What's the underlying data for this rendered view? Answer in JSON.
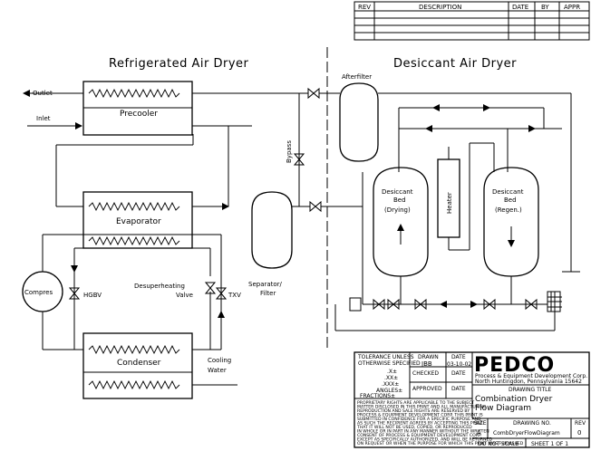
{
  "revision_block": {
    "headers": [
      "REV",
      "DESCRIPTION",
      "DATE",
      "BY",
      "APPR"
    ]
  },
  "sections": {
    "left_title": "Refrigerated Air Dryer",
    "right_title": "Desiccant Air Dryer"
  },
  "labels": {
    "outlet": "Outlet",
    "inlet": "Inlet",
    "precooler": "Precooler",
    "evaporator": "Evaporator",
    "condenser": "Condenser",
    "compressor": "Compres",
    "hgbv": "HGBV",
    "desuperheating_1": "Desuperheating",
    "desuperheating_2": "Valve",
    "txv": "TXV",
    "cooling_1": "Cooling",
    "cooling_2": "Water",
    "bypass": "Bypass",
    "separator_1": "Separator/",
    "separator_2": "Filter",
    "afterfilter": "Afterfilter",
    "heater": "Heater",
    "bed_left_1": "Desiccant",
    "bed_left_2": "Bed",
    "bed_left_3": "(Drying)",
    "bed_right_1": "Desiccant",
    "bed_right_2": "Bed",
    "bed_right_3": "(Regen.)"
  },
  "title_block": {
    "tolerance_1": "TOLERANCE UNLESS",
    "tolerance_2": "OTHERWISE SPECIFIED",
    "tol_x": ".X±",
    "tol_xx": ".XX±",
    "tol_xxx": ".XXX±",
    "tol_angles": "ANGLES±",
    "tol_fractions": "FRACTIONS±",
    "drawn_label": "DRAWN",
    "drawn_value": "JBB",
    "date_label": "DATE",
    "date_value": "03-10-02",
    "checked_label": "CHECKED",
    "checked_date": "DATE",
    "approved_label": "APPROVED",
    "approved_date": "DATE",
    "company_logo": "PEDCO",
    "company_name": "Process & Equipment Development Corp.",
    "company_address": "North Huntingdon, Pennsylvania 15642",
    "drawing_title_label": "DRAWING TITLE",
    "drawing_title_1": "Combination Dryer",
    "drawing_title_2": "Flow Diagram",
    "size_label": "SIZE",
    "size_value": "A",
    "drawing_no_label": "DRAWING NO.",
    "drawing_no_value": "CombDryerFlowDiagram",
    "rev_label": "REV",
    "rev_value": "0",
    "do_not_scale": "DO NOT SCALE",
    "sheet": "SHEET 1 OF 1",
    "proprietary_1": "PROPRIETARY RIGHTS ARE APPLICABLE TO THE SUBJECT",
    "proprietary_2": "MATTER DISCLOSED IN THIS PRINT AND ALL MANUFACTURING",
    "proprietary_3": "REPRODUCTION AND SALE RIGHTS ARE RESERVED BY",
    "proprietary_4": "PROCESS & EQUIPMENT DEVELOPMENT CORP. THIS PRINT IS",
    "proprietary_5": "SUBMITTED IN CONFIDENCE FOR A SPECIFIC PURPOSE AND",
    "proprietary_6": "AS SUCH THE RECIPIENT AGREES BY ACCEPTING THIS PRINT",
    "proprietary_7": "THAT IT WILL NOT BE USED, COPIED, OR REPRODUCED",
    "proprietary_8": "IN WHOLE OR IN PART IN ANY MANNER WITHOUT THE WRITTEN",
    "proprietary_9": "CONSENT OF PROCESS & EQUIPMENT DEVELOPMENT CORP.",
    "proprietary_10": "EXCEPT AS SPECIFICALLY AUTHORIZED, AND WILL BE RETURNED",
    "proprietary_11": "ON REQUEST OR WHEN THE PURPOSE FOR WHICH THIS PRINT WAS FURNISHED"
  }
}
